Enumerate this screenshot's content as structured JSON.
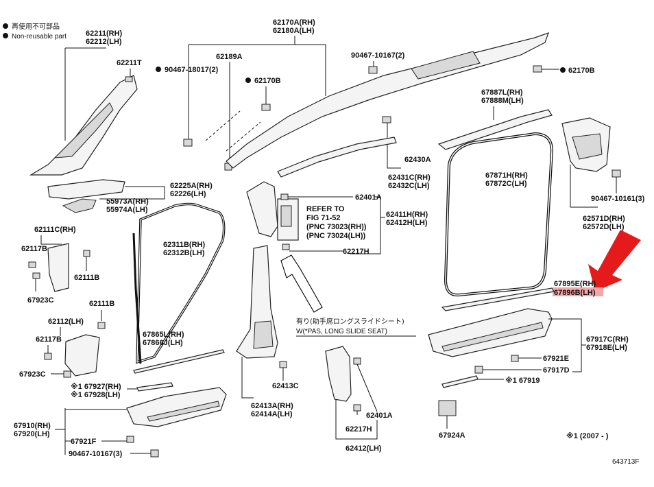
{
  "legend": {
    "line1": "再使用不可部品",
    "line2": "Non-reusable part"
  },
  "labels": {
    "p62211": [
      "62211(RH)",
      "62212(LH)"
    ],
    "p62211T": "62211T",
    "p90467_18017": "90467-18017(2)",
    "p62170A": [
      "62170A(RH)",
      "62180A(LH)"
    ],
    "p62189A": "62189A",
    "p62170B_left": "62170B",
    "p90467_10167_top": "90467-10167(2)",
    "p62170B_right": "62170B",
    "p67887L": [
      "67887L(RH)",
      "67888M(LH)"
    ],
    "p62430A": "62430A",
    "p62431C": [
      "62431C(RH)",
      "62432C(LH)"
    ],
    "p67871H": [
      "67871H(RH)",
      "67872C(LH)"
    ],
    "p90467_10161": "90467-10161(3)",
    "p62571D": [
      "62571D(RH)",
      "62572D(LH)"
    ],
    "p62225A": [
      "62225A(RH)",
      "62226(LH)"
    ],
    "p55973A": [
      "55973A(RH)",
      "55974A(LH)"
    ],
    "p62401A_top": "62401A",
    "refer": [
      "REFER TO",
      "FIG 71-52",
      "(PNC 73023(RH))",
      "(PNC 73024(LH))"
    ],
    "p62411H": [
      "62411H(RH)",
      "62412H(LH)"
    ],
    "p62111C": "62111C(RH)",
    "p62117B_top": "62117B",
    "p62111B_top": "62111B",
    "p62311B": [
      "62311B(RH)",
      "62312B(LH)"
    ],
    "p62217H_top": "62217H",
    "p67895E": [
      "67895E(RH)",
      "67896B(LH)"
    ],
    "p67923C_top": "67923C",
    "p62111B_mid": "62111B",
    "p62112": "62112(LH)",
    "p62117B_bot": "62117B",
    "p67923C_bot": "67923C",
    "slide_seat": [
      "有り(助手席ロングスライドシート)",
      "W(*PAS, LONG SLIDE SEAT)"
    ],
    "p67865L": [
      "67865L(RH)",
      "67866J(LH)"
    ],
    "p67917C": [
      "67917C(RH)",
      "67918E(LH)"
    ],
    "p67921E_right": "67921E",
    "p67917D": "67917D",
    "p67919": "※1 67919",
    "p62413C": "62413C",
    "p67927": [
      "※1 67927(RH)",
      "※1 67928(LH)"
    ],
    "p62413A": [
      "62413A(RH)",
      "62414A(LH)"
    ],
    "p62401A_bot": "62401A",
    "p62217H_bot": "62217H",
    "p62412": "62412(LH)",
    "p67910": [
      "67910(RH)",
      "67920(LH)"
    ],
    "p67921F": "67921F",
    "p90467_10167_bot": "90467-10167(3)",
    "p67924A": "67924A",
    "footnote": "※1 (2007 -      )",
    "figure_id": "643713F"
  },
  "colors": {
    "highlight": "#f5a6a6",
    "arrow": "#e51b1b",
    "ink": "#111111"
  }
}
